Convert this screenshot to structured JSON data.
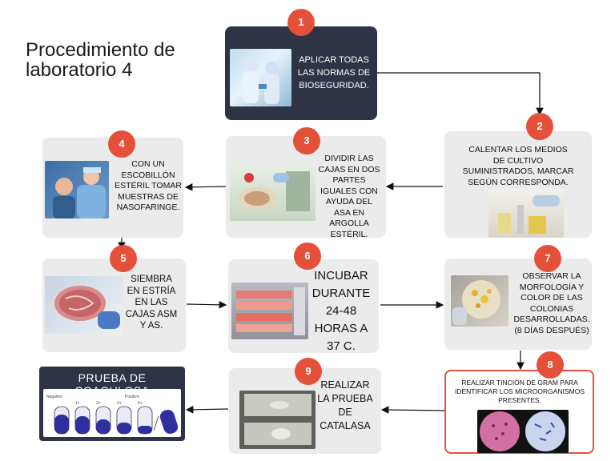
{
  "title": "Procedimiento de laboratorio 4",
  "steps": [
    {
      "number": "1",
      "text": "APLICAR TODAS LAS NORMAS DE BIOSEGURIDAD."
    },
    {
      "number": "2",
      "text": "CALENTAR LOS MEDIOS DE CULTIVO SUMINISTRADOS, MARCAR SEGÚN CORRESPONDA."
    },
    {
      "number": "3",
      "text": "DIVIDIR LAS CAJAS EN DOS PARTES IGUALES CON AYUDA DEL ASA EN ARGOLLA ESTÉRIL."
    },
    {
      "number": "4",
      "text": "CON UN ESCOBILLÓN ESTÉRIL TOMAR MUESTRAS DE NASOFARINGE."
    },
    {
      "number": "5",
      "text": "SIEMBRA EN ESTRÍA EN LAS CAJAS ASM Y AS."
    },
    {
      "number": "6",
      "text": "INCUBAR DURANTE 24-48 HORAS A 37 C."
    },
    {
      "number": "7",
      "text": "OBSERVAR LA MORFOLOGÍA Y COLOR DE LAS COLONIAS DESARROLLADAS. (8 DÍAS DESPUÉS)"
    },
    {
      "number": "8",
      "text": "REALIZAR TINCIÓN DE GRAM PARA IDENTIFICAR LOS MICROORGANISMOS PRESENTES."
    },
    {
      "number": "9",
      "text": "REALIZAR LA PRUEBA DE CATALASA"
    }
  ],
  "coagulase": {
    "title": "PRUEBA DE COAGULOSA",
    "labels": [
      "Negativo",
      "Positivo",
      "1+",
      "2+",
      "3+",
      "4+"
    ]
  },
  "colors": {
    "badge": "#e4503a",
    "card": "#ebebeb",
    "dark_card": "#2e3345",
    "red_border": "#e2533d"
  }
}
